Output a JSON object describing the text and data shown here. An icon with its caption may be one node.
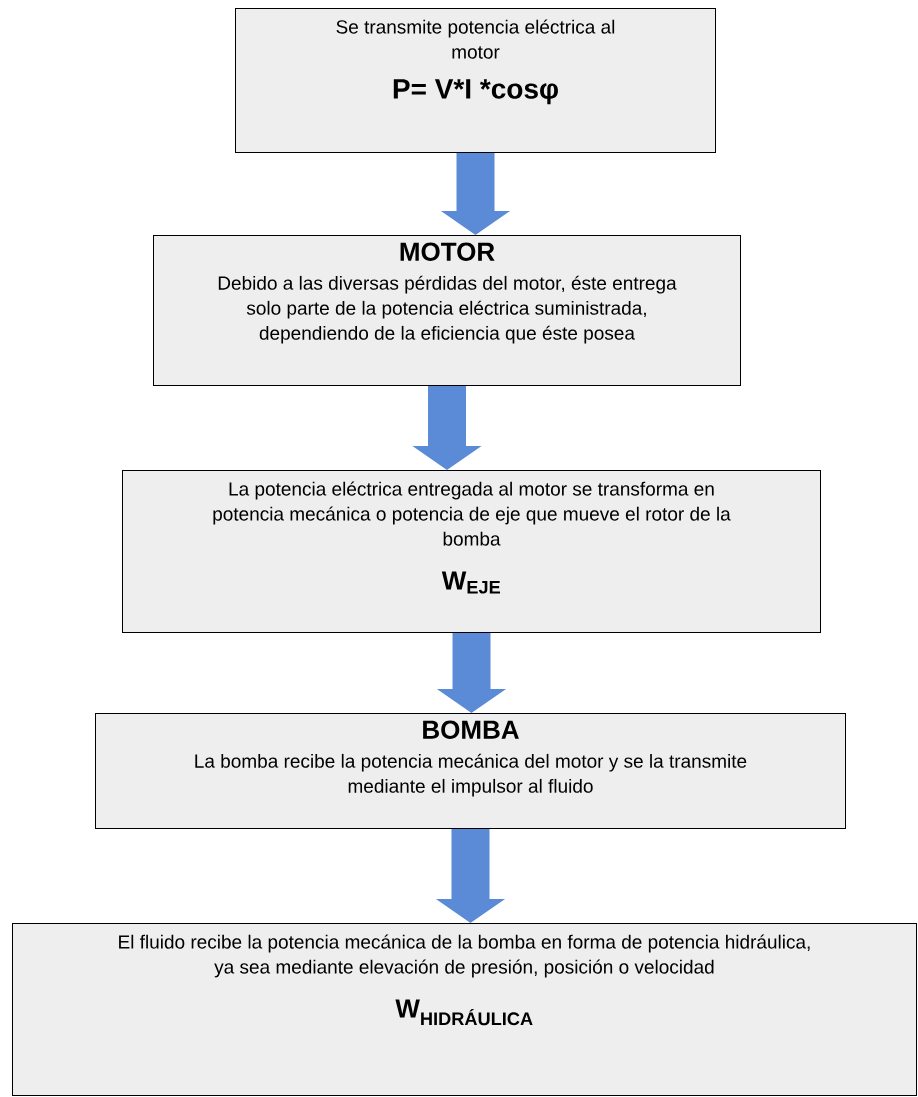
{
  "diagram": {
    "nodes": [
      {
        "text": [
          "Se transmite potencia eléctrica al motor",
          "P= V*I *cosφ"
        ]
      },
      {
        "text": [
          "MOTOR",
          "Debido a las diversas pérdidas del motor, éste entrega solo parte de la potencia eléctrica suministrada, dependiendo de la eficiencia que éste posea"
        ]
      },
      {
        "text": [
          "La potencia eléctrica entregada al motor se transforma en potencia mecánica o potencia de eje que mueve el rotor de la bomba",
          "\\text{W}_{\\text{EJE}}"
        ]
      },
      {
        "text": [
          "BOMBA",
          "La bomba recibe la potencia mecánica del motor y se la transmite mediante el impulsor al fluido"
        ]
      },
      {
        "text": [
          "El fluido recibe la potencia mecánica de la bomba en forma de potencia hidráulica, ya sea mediante elevación de presión, posición o velocidad",
          "\\text{W}_{\\text{HIDRÁULICA}}"
        ]
      }
    ],
    "edges": [
      {
        "from": 0,
        "to": 1,
        "arrow": "to"
      },
      {
        "from": 1,
        "to": 2,
        "arrow": "to"
      },
      {
        "from": 2,
        "to": 3,
        "arrow": "to"
      },
      {
        "from": 3,
        "to": 4,
        "arrow": "to"
      }
    ]
  }
}
